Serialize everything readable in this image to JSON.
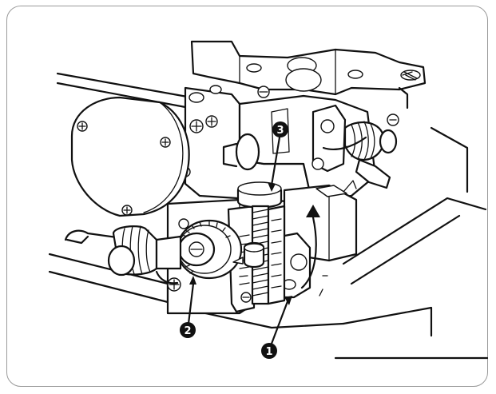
{
  "callouts": [
    {
      "id": "1",
      "label": "1"
    },
    {
      "id": "2",
      "label": "2"
    },
    {
      "id": "3",
      "label": "3"
    }
  ],
  "colors": {
    "line": "#111111",
    "frame": "#9a9a9a",
    "background": "#ffffff"
  }
}
